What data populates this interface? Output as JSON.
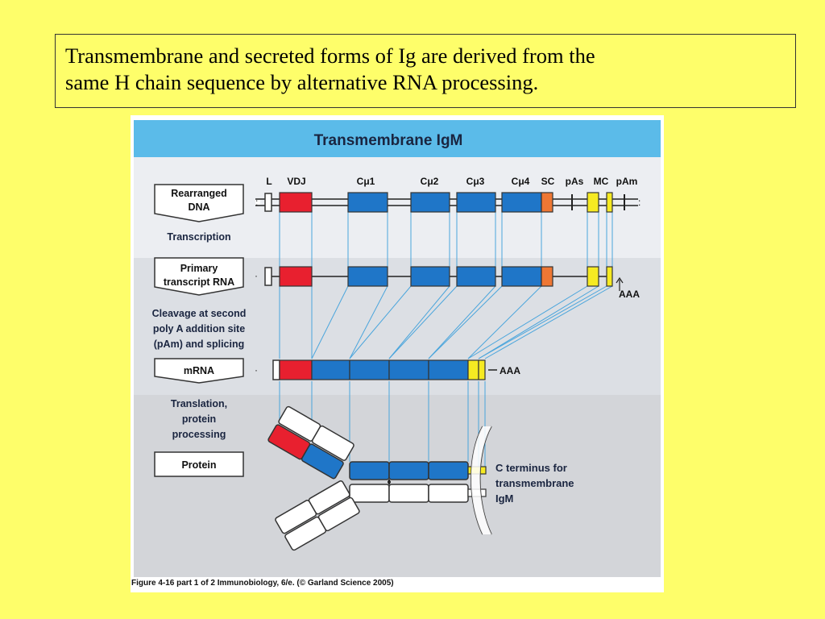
{
  "caption": {
    "line1": "Transmembrane and secreted forms of Ig are derived from the",
    "line2": "same H chain sequence by alternative RNA processing."
  },
  "figure": {
    "title": "Transmembrane IgM",
    "segment_labels": {
      "L": "L",
      "VDJ": "VDJ",
      "C1": "Cμ1",
      "C2": "Cμ2",
      "C3": "Cμ3",
      "C4": "Cμ4",
      "SC": "SC",
      "pAs": "pAs",
      "MC": "MC",
      "pAm": "pAm"
    },
    "stages": {
      "dna": [
        "Rearranged",
        "DNA"
      ],
      "primary": [
        "Primary",
        "transcript RNA"
      ],
      "mrna": [
        "mRNA"
      ],
      "protein": [
        "Protein"
      ]
    },
    "steps": {
      "transcription": [
        "Transcription"
      ],
      "cleavage": [
        "Cleavage at second",
        "poly A addition site",
        "(pAm) and splicing"
      ],
      "translation": [
        "Translation,",
        "protein",
        "processing"
      ]
    },
    "polyA_primary": "AAA",
    "polyA_mrna": "AAA",
    "c_terminus_note": [
      "C terminus for",
      "transmembrane",
      "IgM"
    ],
    "credit": "Figure 4-16 part 1 of 2  Immunobiology, 6/e. (© Garland Science 2005)"
  },
  "colors": {
    "background": "#fefe6a",
    "header_band": "#5bbbe9",
    "vdj": "#e8202f",
    "constant": "#1f76c8",
    "sc": "#ee7734",
    "membrane_exons": "#f6ea22",
    "guide_lines": "#4aa5dc"
  }
}
